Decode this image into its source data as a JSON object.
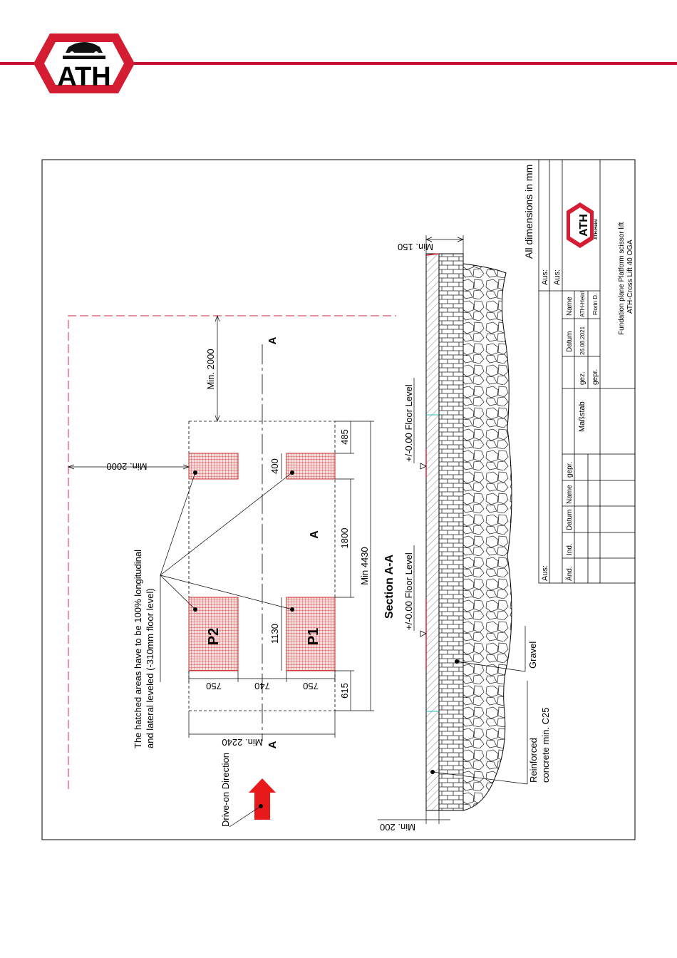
{
  "header": {
    "logo_text": "ATH",
    "brand_color": "#d41c32",
    "line_color": "#c8102e"
  },
  "drawing": {
    "note_line1": "The hatched areas have to be 100% longitudinal",
    "note_line2": "and lateral leveled (-310mm floor level)",
    "pad_p1": "P1",
    "pad_p2": "P2",
    "section_marker": "A",
    "section_marker_center": "A",
    "drive_on": "Drive-on Direction",
    "dims": {
      "min2000_top": "Min. 2000",
      "min2000_left": "Min. 2000",
      "min2240": "Min. 2240",
      "d750a": "750",
      "d740": "740",
      "d750b": "750",
      "d485": "485",
      "d400": "400",
      "d1800": "1800",
      "d1130": "1130",
      "d615": "615",
      "min4430": "Min 4430"
    },
    "hatch_color": "#cc2a2a",
    "arrow_color": "#e8191b"
  },
  "section": {
    "title": "Section A-A",
    "floor_level_1": "+/-0.00 Floor Level",
    "floor_level_2": "+/-0.00 Floor Level",
    "gravel": "Gravel",
    "concrete_line1": "Reinforced",
    "concrete_line2": "concrete min. C25",
    "min150": "Min. 150",
    "min200": "Min. 200"
  },
  "title_block": {
    "all_dims": "All dimensions in mm",
    "aus1": "Aus:",
    "aus2": "Aus:",
    "aus3": "Aus:",
    "col_datum": "Datum",
    "col_name": "Name",
    "gez": "gez.",
    "gepr": "gepr.",
    "date": "26.08.2021",
    "drawn_by": "ATH-Heinl",
    "checked_by": "Florin D.",
    "massstab": "Maßstab",
    "rev_and": "Änd.",
    "rev_ind": "Ind.",
    "rev_datum": "Datum",
    "rev_name": "Name",
    "rev_gepr": "gepr.",
    "logo_small": "ATH",
    "logo_caption": "ATH-Heinl",
    "title1": "Fundation plane Platform scissor lift",
    "title2": "ATH-Cross Lift 40 OGA"
  }
}
